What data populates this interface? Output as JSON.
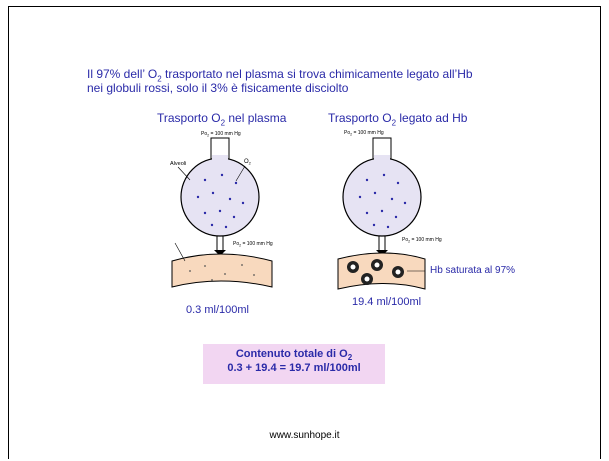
{
  "intro": {
    "line1_a": "Il 97% dell’ O",
    "line1_sub": "2",
    "line1_b": " trasportato nel plasma si trova chimicamente legato all’Hb",
    "line2": "nei globuli rossi, solo il 3% è fisicamente disciolto"
  },
  "left_panel": {
    "title_a": "Trasporto O",
    "title_sub": "2",
    "title_b": " nel plasma",
    "po2_top": "Po",
    "po2_top_sub": "2",
    "po2_top_val": " = 100 mm Hg",
    "label_alveoli": "Alveoli",
    "label_o2": "O",
    "label_o2_sub": "2",
    "po2_bottom": "Po",
    "po2_bottom_sub": "2",
    "po2_bottom_val": " = 100 mm Hg",
    "value": "0.3 ml/100ml"
  },
  "right_panel": {
    "title_a": "Trasporto O",
    "title_sub": "2",
    "title_b": " legato ad Hb",
    "po2_top": "Po",
    "po2_top_sub": "2",
    "po2_top_val": " = 100 mm Hg",
    "po2_bottom": "Po",
    "po2_bottom_sub": "2",
    "po2_bottom_val": " = 100 mm Hg",
    "hb_label": "Hb saturata al 97%",
    "value": "19.4 ml/100ml"
  },
  "summary": {
    "line1_a": "Contenuto totale di O",
    "line1_sub": "2",
    "line2": "0.3 + 19.4 = 19.7 ml/100ml"
  },
  "footer": "www.sunhope.it",
  "colors": {
    "text_blue": "#2a2aa8",
    "alveolus_fill": "#e6e3f3",
    "vessel_fill": "#f8d9be",
    "summary_bg": "#f2d6f2"
  }
}
